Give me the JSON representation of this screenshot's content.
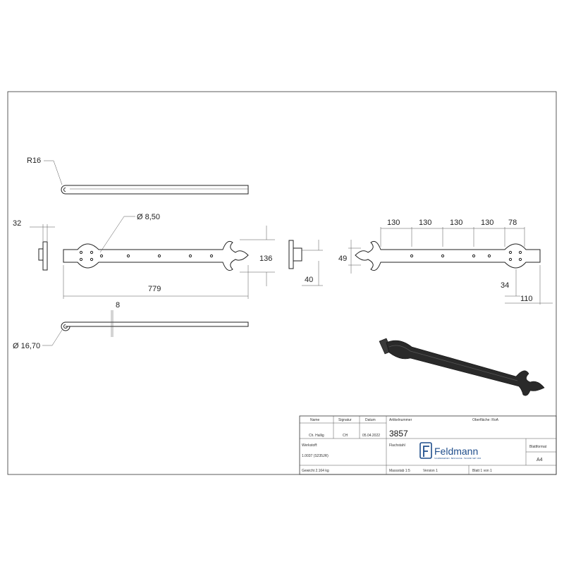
{
  "dimensions": {
    "radius": "R16",
    "thickness": "32",
    "hole": "Ø 8,50",
    "length": "779",
    "height": "136",
    "offset": "8",
    "pin": "Ø 16,70",
    "eye_width": "40",
    "tip_height": "49",
    "spacing_1": "130",
    "spacing_2": "130",
    "spacing_3": "130",
    "spacing_4": "130",
    "spacing_5": "78",
    "edge_offset": "34",
    "end_length": "110"
  },
  "title_block": {
    "col_name": "Name",
    "col_signature": "Signatur",
    "col_date": "Datum",
    "name": "Ch. Hallig",
    "signature": "CH",
    "date": "05.04.2022",
    "material_label": "Werkstoff:",
    "material": "1.0037 (S235JR)",
    "weight": "Gewicht 2.164 kg",
    "article_label": "Artikelnummer",
    "article_number": "3857",
    "surface_label": "Oberfläche: RoA",
    "description": "Flachstahl",
    "brand": "Feldmann",
    "brand_tagline": "SCHMIEDEEISEN · BESCHLÄGE · TECHNIK SEIT 1934",
    "sheet_format_label": "Blattformat",
    "sheet_format": "A4",
    "scale": "Massstab 1:5",
    "version": "Version 1",
    "sheet": "Blatt 1 von 1"
  },
  "colors": {
    "line": "#333333",
    "part": "#222222",
    "render": "#2a2a2a"
  }
}
